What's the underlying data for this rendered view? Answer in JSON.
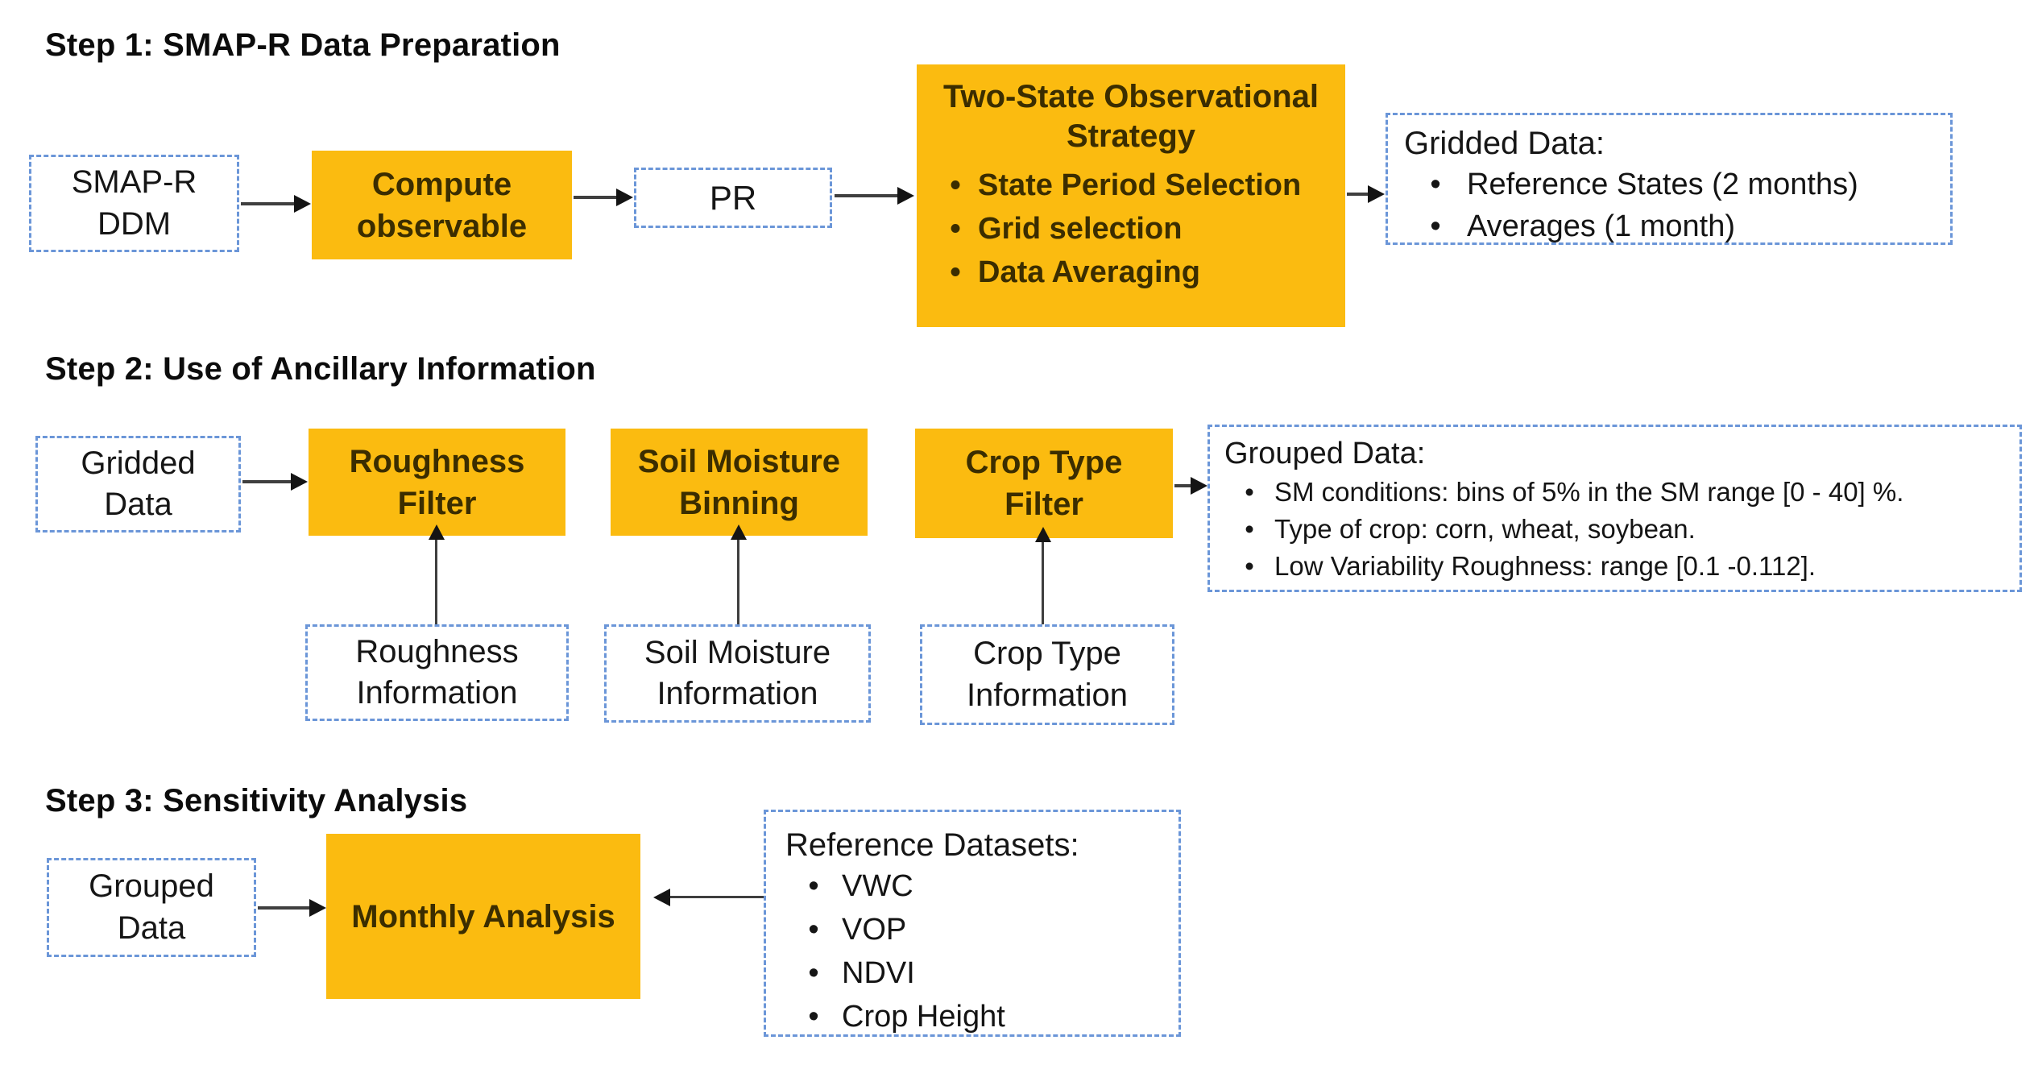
{
  "colors": {
    "process_fill": "#FBBB10",
    "process_text": "#3B2D00",
    "dashed_border": "#6B96D8",
    "text": "#141414",
    "arrow_line": "#3F3F3F",
    "arrow_head": "#141414",
    "background": "#FFFFFF"
  },
  "step1": {
    "title": "Step 1: SMAP-R Data Preparation",
    "smapr_ddm": "SMAP-R\nDDM",
    "compute": "Compute\nobservable",
    "pr": "PR",
    "strategy": {
      "title": "Two-State Observational Strategy",
      "bullets": [
        "State Period Selection",
        "Grid selection",
        "Data Averaging"
      ]
    },
    "gridded": {
      "title": "Gridded Data:",
      "bullets": [
        "Reference States (2 months)",
        "Averages (1 month)"
      ]
    }
  },
  "step2": {
    "title": "Step 2: Use of Ancillary Information",
    "gridded": "Gridded\nData",
    "roughness_filter": "Roughness\nFilter",
    "soil_moisture_binning": "Soil Moisture\nBinning",
    "crop_type_filter": "Crop Type\nFilter",
    "grouped": {
      "title": "Grouped Data:",
      "bullets": [
        "SM conditions: bins of 5% in the SM range [0 - 40] %.",
        "Type of crop: corn, wheat, soybean.",
        "Low Variability Roughness: range [0.1 -0.112]."
      ]
    },
    "roughness_info": "Roughness\nInformation",
    "soil_moisture_info": "Soil Moisture\nInformation",
    "crop_type_info": "Crop Type\nInformation"
  },
  "step3": {
    "title": "Step 3: Sensitivity Analysis",
    "grouped": "Grouped\nData",
    "monthly": "Monthly Analysis",
    "reference": {
      "title": "Reference Datasets:",
      "bullets": [
        "VWC",
        "VOP",
        "NDVI",
        "Crop Height"
      ]
    }
  }
}
